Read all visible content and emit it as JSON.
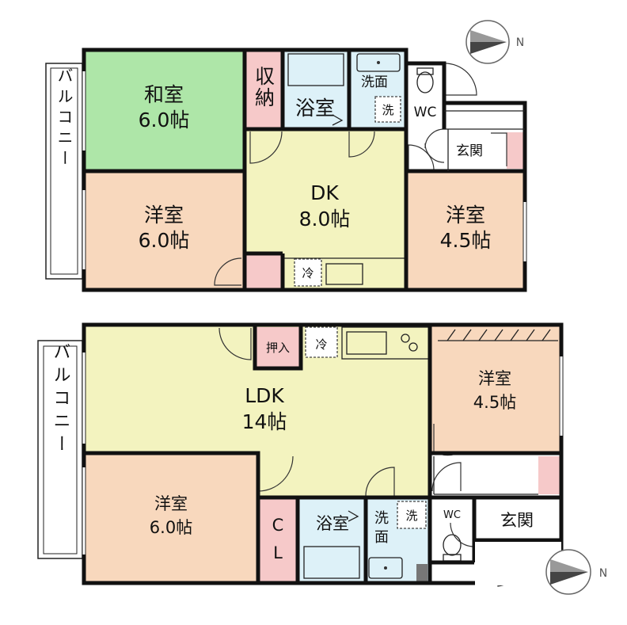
{
  "colors": {
    "washitsu": "#aee6a8",
    "yoshitsu": "#f8d8bd",
    "dk": "#f3f3bf",
    "storage": "#f6c9c9",
    "wet": "#ddf1f8",
    "hall": "#ffffff",
    "wall": "#111111"
  },
  "top_floor": {
    "balcony": "バルコニー",
    "washitsu": {
      "name": "和室",
      "size": "6.0帖"
    },
    "shuno": "収納",
    "bath": "浴室",
    "senmen": "洗面",
    "sentaku": "洗",
    "wc": "WC",
    "genkan": "玄関",
    "dk": {
      "name": "DK",
      "size": "8.0帖"
    },
    "west_room": {
      "name": "洋室",
      "size": "6.0帖"
    },
    "east_room": {
      "name": "洋室",
      "size": "4.5帖"
    },
    "fridge": "冷",
    "compass": "N"
  },
  "bottom_floor": {
    "balcony": "バルコニー",
    "ldk": {
      "name": "LDK",
      "size": "14帖"
    },
    "oshiire": "押入",
    "fridge": "冷",
    "ne_room": {
      "name": "洋室",
      "size": "4.5帖"
    },
    "sw_room": {
      "name": "洋室",
      "size": "6.0帖"
    },
    "cl_c": "C",
    "cl_l": "L",
    "bath": "浴室",
    "senmen_1": "洗",
    "senmen_2": "面",
    "sentaku": "洗",
    "wc": "WC",
    "genkan": "玄関",
    "compass": "N"
  }
}
